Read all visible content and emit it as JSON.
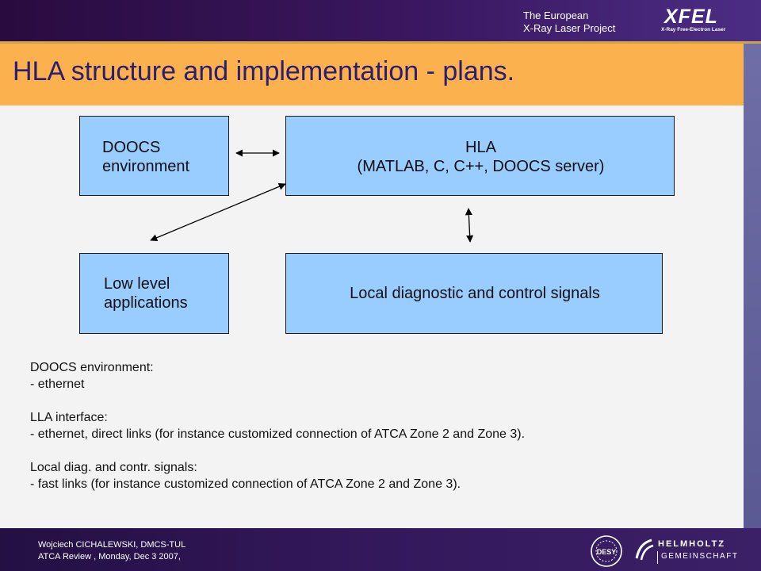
{
  "header": {
    "tagline_line1": "The European",
    "tagline_line2": "X-Ray Laser Project",
    "logo_text": "XFEL",
    "logo_subtext": "X-Ray Free-Electron Laser"
  },
  "title": "HLA structure and implementation - plans.",
  "diagram": {
    "doocs_line1": "DOOCS",
    "doocs_line2": "environment",
    "hla_line1": "HLA",
    "hla_line2": "(MATLAB, C, C++, DOOCS server)",
    "lla_line1": "Low level",
    "lla_line2": "applications",
    "local_signals": "Local diagnostic and control signals"
  },
  "notes": [
    "DOOCS environment:",
    "- ethernet",
    "LLA interface:",
    "- ethernet, direct links (for instance customized connection of ATCA Zone 2 and Zone 3).",
    "Local diag. and contr. signals:",
    "-  fast links (for instance customized connection of ATCA Zone 2 and Zone 3)."
  ],
  "footer": {
    "author": "Wojciech CICHALEWSKI, DMCS-TUL",
    "event": "ATCA Review , Monday, Dec 3 2007,",
    "desy_logo_text": "DESY",
    "helmholtz_line1": "HELMHOLTZ",
    "helmholtz_line2": "GEMEINSCHAFT"
  },
  "colors": {
    "title_band": "#fbb14e",
    "box_fill": "#99ccff",
    "title_text": "#2c1d6e",
    "header_dark": "#2a0b3f"
  }
}
